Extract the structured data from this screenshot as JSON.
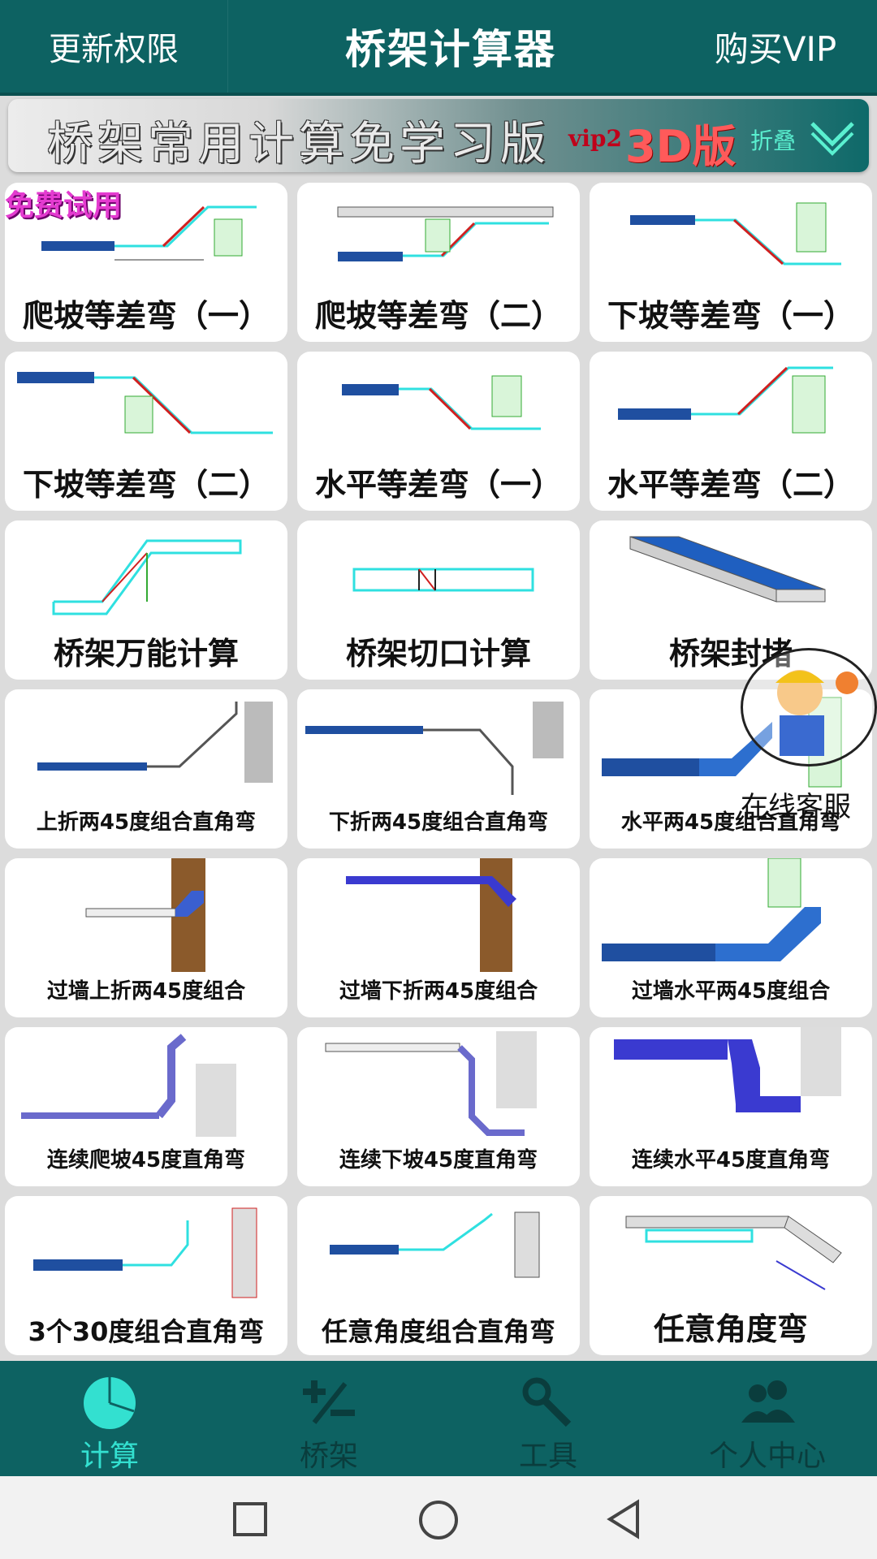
{
  "header": {
    "left_button": "更新权限",
    "title": "桥架计算器",
    "right_button": "购买VIP"
  },
  "banner": {
    "title": "桥架常用计算免学习版",
    "vip_badge": "vip2",
    "version": "3D版",
    "fold_label": "折叠"
  },
  "trial_badge": "免费试用",
  "cards": [
    {
      "label": "爬坡等差弯（一）"
    },
    {
      "label": "爬坡等差弯（二）"
    },
    {
      "label": "下坡等差弯（一）"
    },
    {
      "label": "下坡等差弯（二）"
    },
    {
      "label": "水平等差弯（一）"
    },
    {
      "label": "水平等差弯（二）"
    },
    {
      "label": "桥架万能计算"
    },
    {
      "label": "桥架切口计算"
    },
    {
      "label": "桥架封堵"
    },
    {
      "label": "上折两45度组合直角弯"
    },
    {
      "label": "下折两45度组合直角弯"
    },
    {
      "label": "水平两45度组合直角弯"
    },
    {
      "label": "过墙上折两45度组合"
    },
    {
      "label": "过墙下折两45度组合"
    },
    {
      "label": "过墙水平两45度组合"
    },
    {
      "label": "连续爬坡45度直角弯"
    },
    {
      "label": "连续下坡45度直角弯"
    },
    {
      "label": "连续水平45度直角弯"
    },
    {
      "label": "3个30度组合直角弯"
    },
    {
      "label": "任意角度组合直角弯"
    },
    {
      "label": "任意角度弯"
    }
  ],
  "service": {
    "label": "在线客服"
  },
  "nav": [
    {
      "label": "计算",
      "icon": "pie-chart-icon",
      "active": true
    },
    {
      "label": "桥架",
      "icon": "plus-minus-icon",
      "active": false
    },
    {
      "label": "工具",
      "icon": "tools-icon",
      "active": false
    },
    {
      "label": "个人中心",
      "icon": "people-icon",
      "active": false
    }
  ],
  "colors": {
    "brand": "#0d6262",
    "active_nav": "#33e0d0",
    "trial": "#e43bd0"
  }
}
